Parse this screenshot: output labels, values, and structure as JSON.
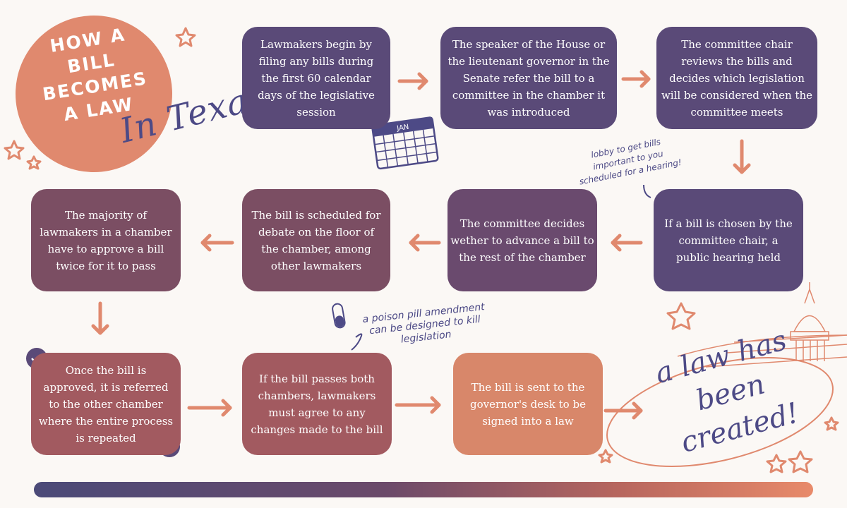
{
  "title": {
    "line1": "HOW A",
    "line2": "BILL",
    "line3": "BECOMES",
    "line4": "A LAW",
    "subtitle": "In Texas"
  },
  "calendar": {
    "month": "JAN"
  },
  "steps": [
    {
      "lines": [
        "Lawmakers begin by",
        "filing any bills during",
        "the first 60 calendar",
        "days of the legislative",
        "session"
      ]
    },
    {
      "lines": [
        "The speaker of the House or",
        "the lieutenant governor in the",
        "Senate refer the bill to a",
        "committee in the chamber it",
        "was introduced"
      ]
    },
    {
      "lines": [
        "The committee chair",
        "reviews the bills and",
        "decides which legislation",
        "will be considered when the",
        "committee meets"
      ]
    },
    {
      "lines": [
        "If a bill is chosen by the",
        "committee chair, a",
        "public hearing held"
      ]
    },
    {
      "lines": [
        "The committee decides",
        "wether to advance a bill to",
        "the rest of the chamber"
      ]
    },
    {
      "lines": [
        "The bill is scheduled for",
        "debate on the floor of",
        "the chamber, among",
        "other lawmakers"
      ]
    },
    {
      "lines": [
        "The majority of",
        "lawmakers in a chamber",
        "have to approve a bill",
        "twice for it to pass"
      ]
    },
    {
      "lines": [
        "Once the bill is",
        "approved, it is referred",
        "to the other chamber",
        "where the entire process",
        "is repeated"
      ]
    },
    {
      "lines": [
        "If the bill passes both",
        "chambers, lawmakers",
        "must agree to any",
        "changes made to the bill"
      ]
    },
    {
      "lines": [
        "The bill is sent to the",
        "governor's desk to be",
        "signed into a law"
      ]
    }
  ],
  "notes": {
    "lobby": [
      "lobby to get bills",
      "important to you",
      "scheduled for a hearing!"
    ],
    "poison": [
      "a poison pill amendment",
      "can be designed to kill",
      "legislation"
    ]
  },
  "final": [
    "a law has been",
    "created!"
  ],
  "colors": {
    "accent": "#e0896e",
    "ink": "#4d4a86",
    "purple": "#5a4a78",
    "plum": "#7b4e63",
    "rose": "#a25a60",
    "peach": "#d8876a"
  }
}
